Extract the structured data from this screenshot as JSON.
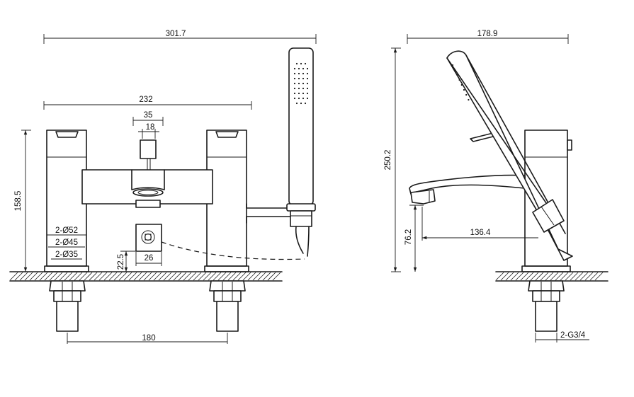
{
  "front_view": {
    "dims": {
      "overall_width": "301.7",
      "body_width": "232",
      "handle_width": "35",
      "handle_stem": "18",
      "height": "158.5",
      "pillar_52": "2-Ø52",
      "pillar_45": "2-Ø45",
      "pillar_35": "2-Ø35",
      "outlet_26": "26",
      "outlet_height": "22.5",
      "centers": "180"
    }
  },
  "side_view": {
    "dims": {
      "depth": "178.9",
      "height": "250.2",
      "spout_reach": "136.4",
      "spout_height": "76.2",
      "thread": "2-G3/4"
    }
  }
}
